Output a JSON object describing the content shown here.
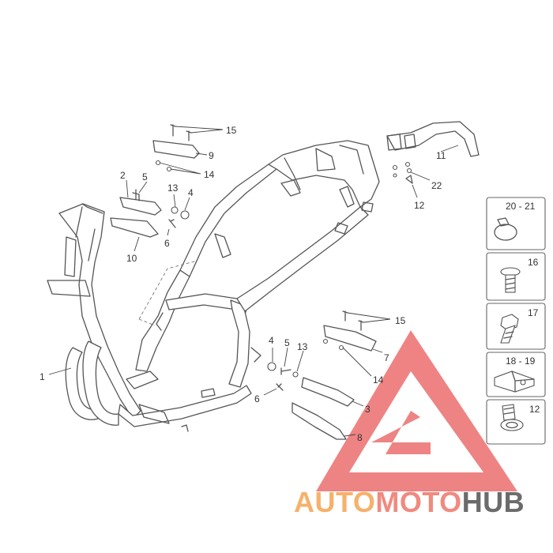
{
  "callouts": [
    "15",
    "9",
    "2",
    "5",
    "14",
    "13",
    "4",
    "6",
    "10",
    "1",
    "11",
    "22",
    "12",
    "15",
    "7",
    "4",
    "5",
    "13",
    "14",
    "6",
    "3",
    "8"
  ],
  "legend_boxes": [
    {
      "label": "20 - 21",
      "icon": "hose-clamp-icon"
    },
    {
      "label": "16",
      "icon": "flange-screw-icon"
    },
    {
      "label": "17",
      "icon": "hex-bolt-icon"
    },
    {
      "label": "18 - 19",
      "icon": "spring-nut-icon"
    },
    {
      "label": "12",
      "icon": "flange-bolt-icon"
    }
  ],
  "watermark": {
    "brand_parts": [
      "AUTO",
      "MOTO",
      "HUB"
    ],
    "colors": {
      "auto": "#f6b16b",
      "moto": "#f08a7f",
      "hub": "#6b6b6b",
      "triangle": "#e24a4a"
    }
  }
}
